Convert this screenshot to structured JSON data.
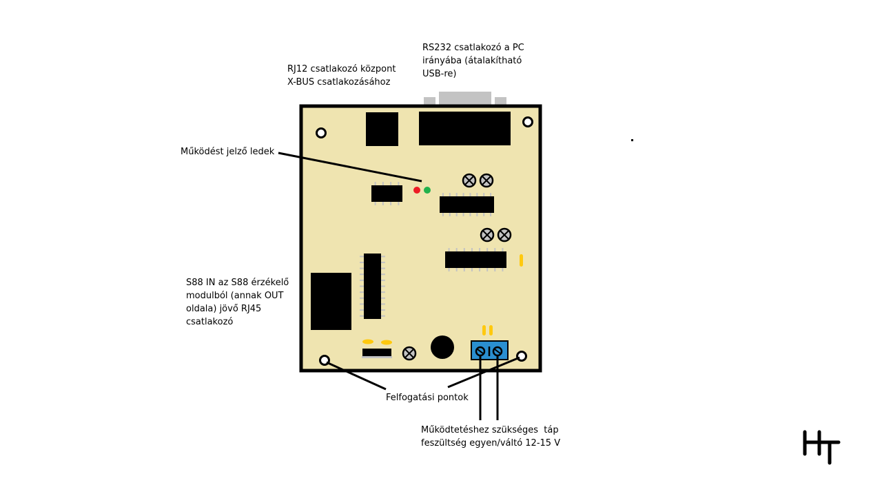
{
  "labels": {
    "rs232": [
      "RS232 csatlakozó a PC",
      "irányába (átalakítható",
      "USB-re)"
    ],
    "rj12": [
      "RJ12 csatlakozó központ",
      "X-BUS csatlakozásához"
    ],
    "leds": "Működést jelző ledek",
    "s88": [
      "S88 IN az S88 érzékelő",
      "modulból (annak OUT",
      "oldala) jövő RJ45",
      "csatlakozó"
    ],
    "mounting": "Felfogatási pontok",
    "power": [
      "Működtetéshez szükséges  táp",
      "feszültség egyen/váltó 12-15 V"
    ]
  },
  "logo": "HT",
  "colors": {
    "board": "#efe4b0",
    "led_red": "#ed1c24",
    "led_green": "#22b14c",
    "terminal": "#2a8fd0",
    "capacitor": "#ffc90e",
    "connector_gray": "#c3c3c3"
  }
}
